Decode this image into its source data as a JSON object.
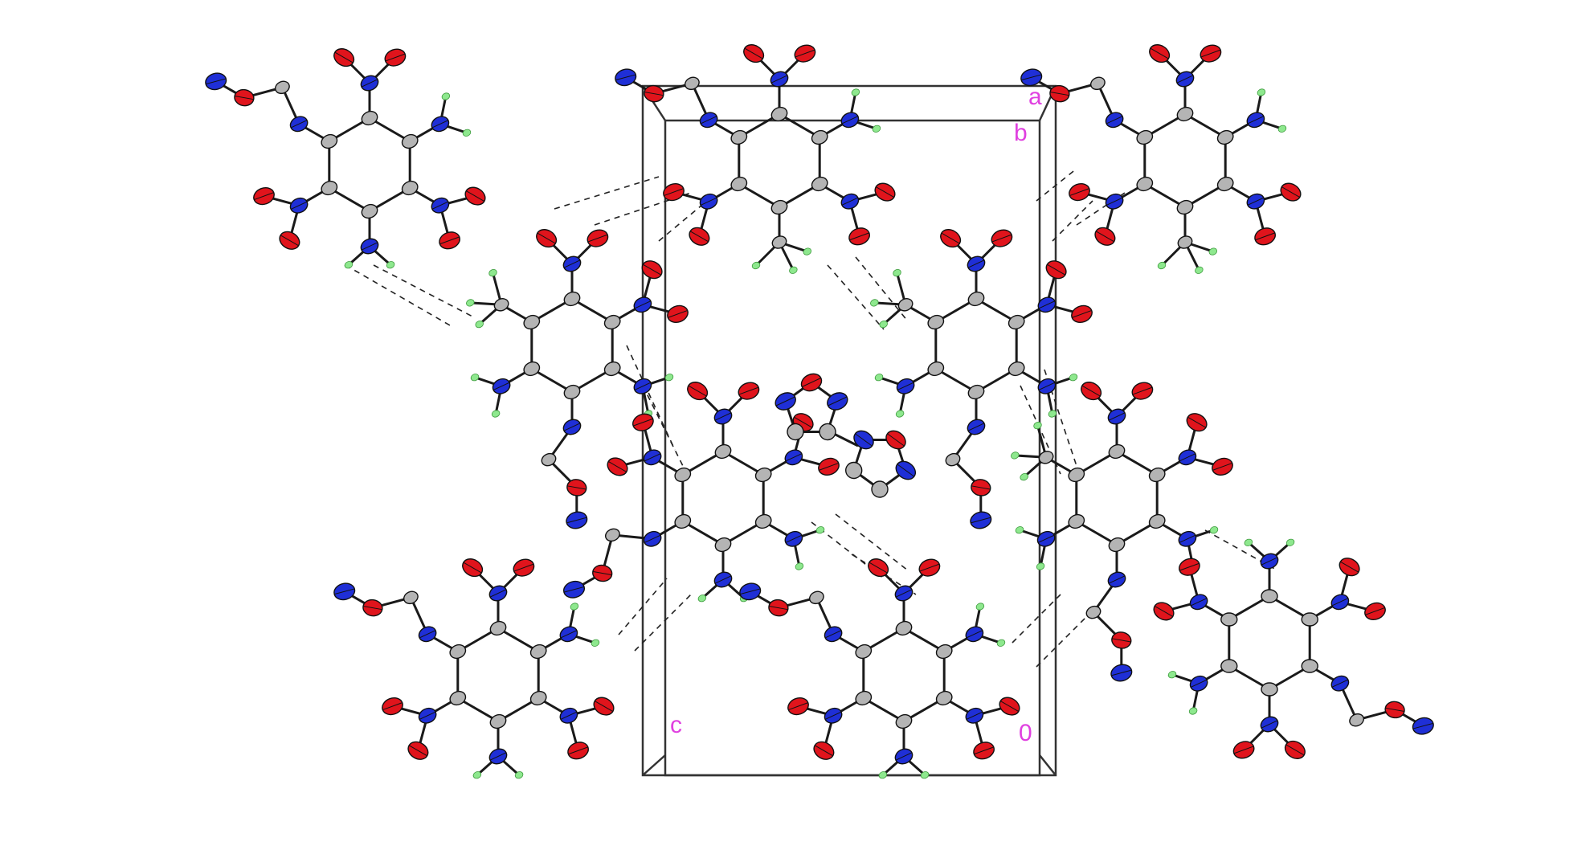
{
  "figure": {
    "colors": {
      "carbon": "#b4b4b4",
      "nitrogen": "#1f2fd6",
      "oxygen": "#e0141c",
      "hydrogen": "#8ee88e",
      "bond": "#1a1a1a",
      "cell": "#333333",
      "axis_label": "#e040e0"
    },
    "axis_labels": {
      "a": "a",
      "b": "b",
      "c": "c",
      "origin": "0"
    }
  }
}
